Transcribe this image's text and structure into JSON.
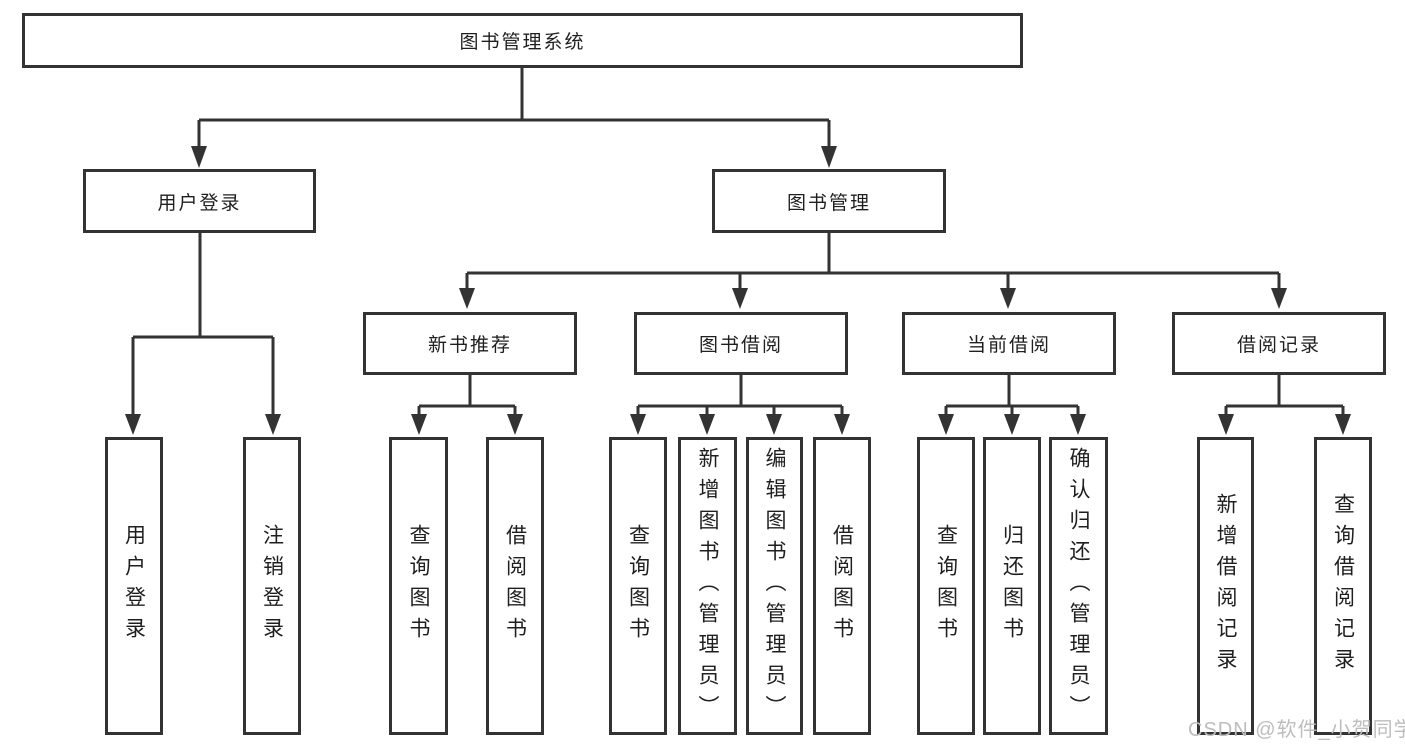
{
  "diagram": {
    "root": {
      "label": "图书管理系统"
    },
    "level2": [
      {
        "label": "用户登录"
      },
      {
        "label": "图书管理"
      }
    ],
    "user_children": [
      "用户登录",
      "注销登录"
    ],
    "modules": [
      {
        "label": "新书推荐",
        "children": [
          "查询图书",
          "借阅图书"
        ]
      },
      {
        "label": "图书借阅",
        "children": [
          "查询图书",
          "新增图书（管理员）",
          "编辑图书（管理员）",
          "借阅图书"
        ]
      },
      {
        "label": "当前借阅",
        "children": [
          "查询图书",
          "归还图书",
          "确认归还（管理员）"
        ]
      },
      {
        "label": "借阅记录",
        "children": [
          "新增借阅记录",
          "查询借阅记录"
        ]
      }
    ]
  },
  "watermark": {
    "text": "CSDN @软件_小贺同学"
  },
  "colors": {
    "line": "#333333",
    "box_border": "#333333",
    "background": "#ffffff",
    "text": "#1f1f1f",
    "watermark": "#bdbdbd"
  }
}
